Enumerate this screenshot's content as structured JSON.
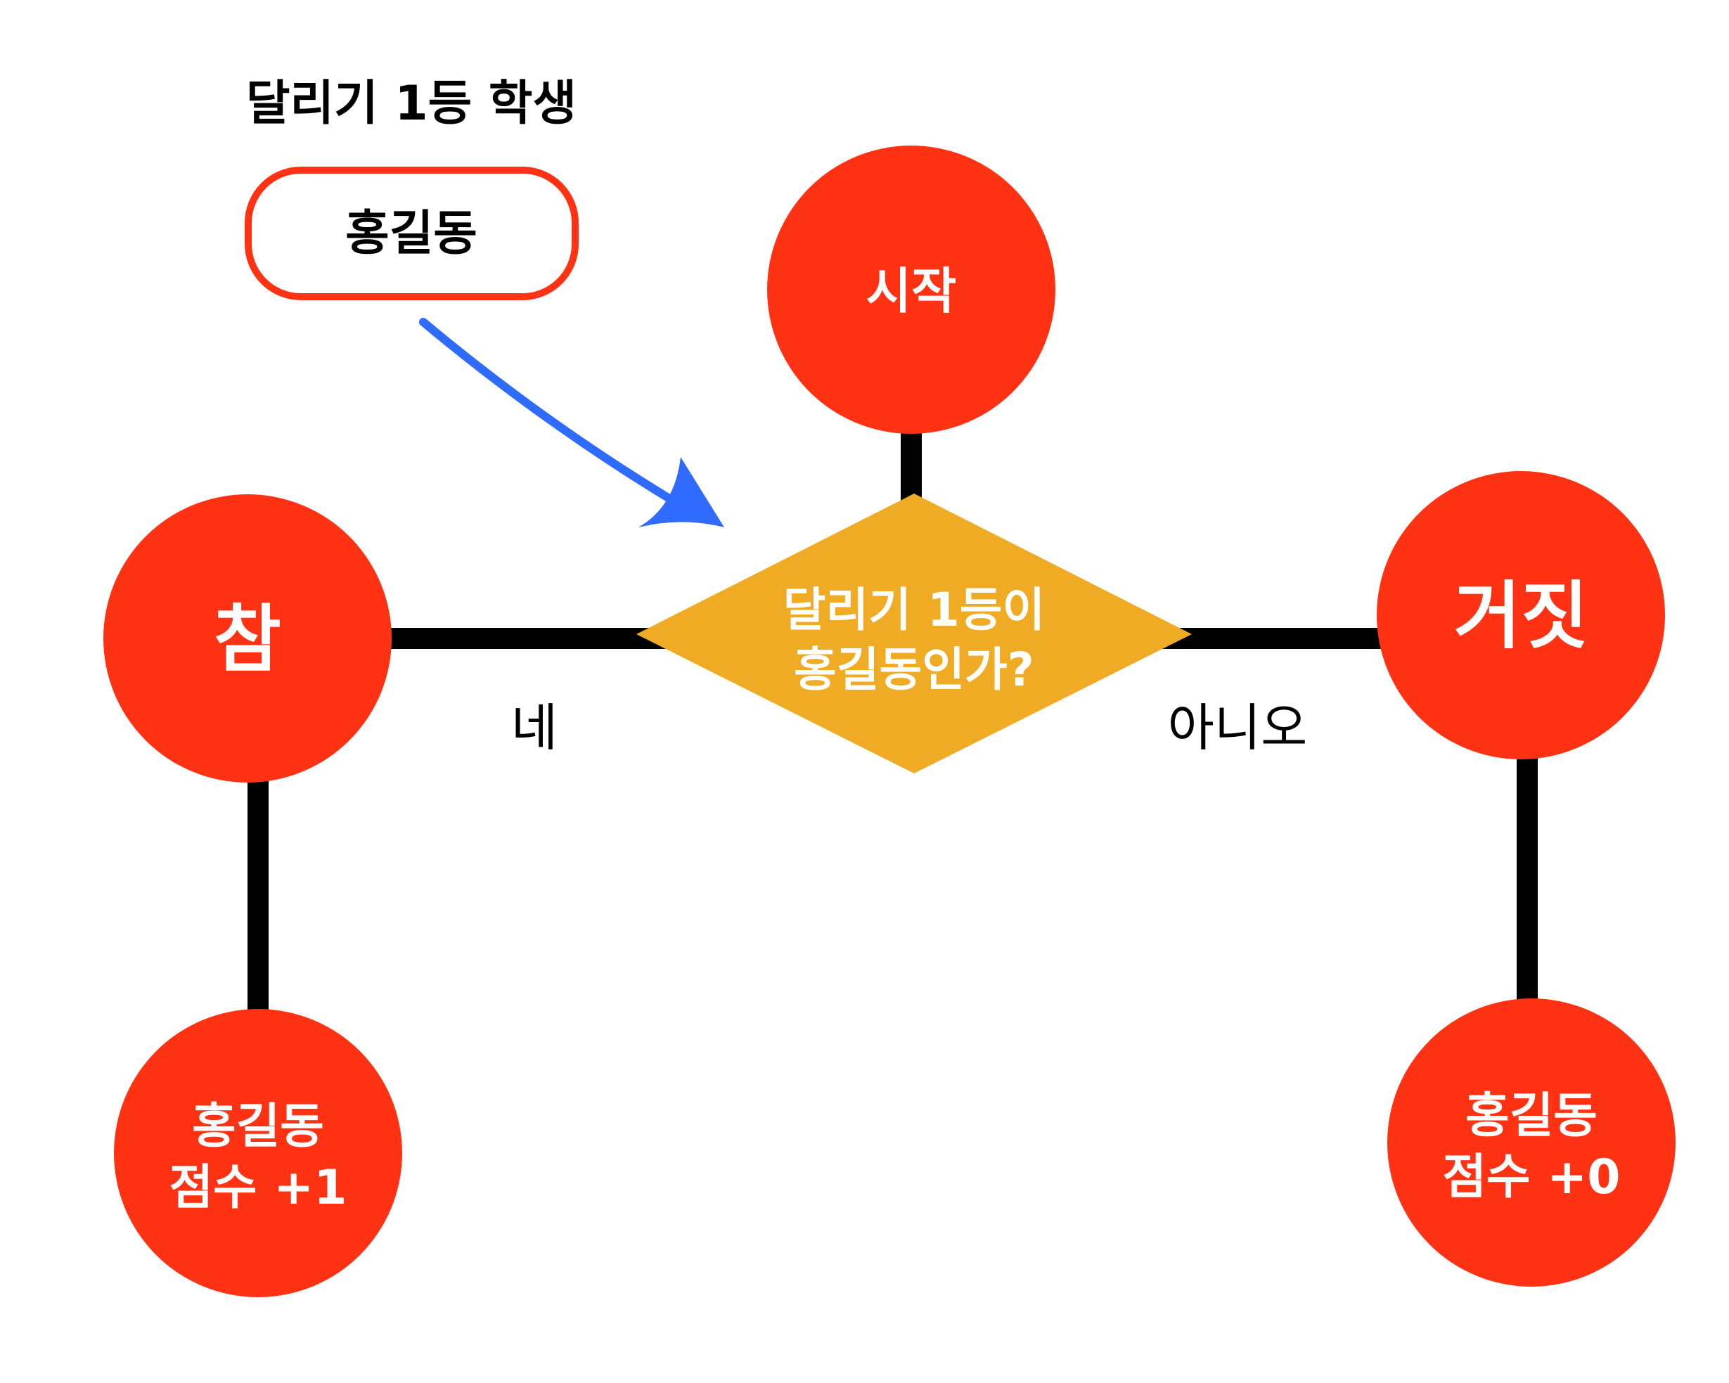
{
  "input_title": "달리기 1등 학생",
  "input_value": "홍길동",
  "nodes": {
    "start": "시작",
    "decision_line1": "달리기 1등이",
    "decision_line2": "홍길동인가?",
    "true_node": "참",
    "false_node": "거짓",
    "true_result_line1": "홍길동",
    "true_result_line2": "점수 +1",
    "false_result_line1": "홍길동",
    "false_result_line2": "점수 +0"
  },
  "edges": {
    "yes_label": "네",
    "no_label": "아니오"
  },
  "colors": {
    "node_fill": "#ff3314",
    "decision_fill": "#f0ab24",
    "input_border": "#ff3314",
    "connector": "#000000",
    "arrow": "#2f6bff",
    "node_text": "#ffffff",
    "label_text": "#000000"
  }
}
